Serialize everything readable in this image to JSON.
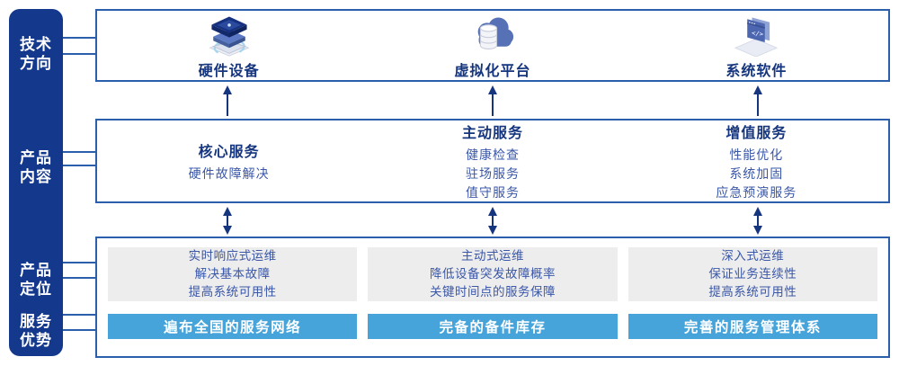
{
  "sidebar": {
    "labels": [
      {
        "line1": "技术",
        "line2": "方向"
      },
      {
        "line1": "产品",
        "line2": "内容"
      },
      {
        "line1": "产品",
        "line2": "定位"
      },
      {
        "line1": "服务",
        "line2": "优势"
      }
    ]
  },
  "tech_row": {
    "items": [
      {
        "label": "硬件设备",
        "icon": "hardware-stack-icon"
      },
      {
        "label": "虚拟化平台",
        "icon": "cloud-database-icon"
      },
      {
        "label": "系统软件",
        "icon": "code-window-icon"
      }
    ]
  },
  "content_row": {
    "columns": [
      {
        "title": "核心服务",
        "item1": "硬件故障解决",
        "item2": "",
        "item3": ""
      },
      {
        "title": "主动服务",
        "item1": "健康检查",
        "item2": "驻场服务",
        "item3": "值守服务"
      },
      {
        "title": "增值服务",
        "item1": "性能优化",
        "item2": "系统加固",
        "item3": "应急预演服务"
      }
    ]
  },
  "bottom_row": {
    "columns": [
      {
        "line1": "实时响应式运维",
        "line2": "解决基本故障",
        "line3": "提高系统可用性",
        "advantage": "遍布全国的服务网络"
      },
      {
        "line1": "主动式运维",
        "line2": "降低设备突发故障概率",
        "line3": "关键时间点的服务保障",
        "advantage": "完备的备件库存"
      },
      {
        "line1": "深入式运维",
        "line2": "保证业务连续性",
        "line3": "提高系统可用性",
        "advantage": "完善的服务管理体系"
      }
    ]
  },
  "colors": {
    "sidebar_bg": "#14388c",
    "box_border": "#2b5fac",
    "title_text": "#15357e",
    "body_text": "#3a57a8",
    "advantage_bar_bg": "#47a4da",
    "positioning_bg": "#ededed",
    "arrow": "#15357e"
  }
}
